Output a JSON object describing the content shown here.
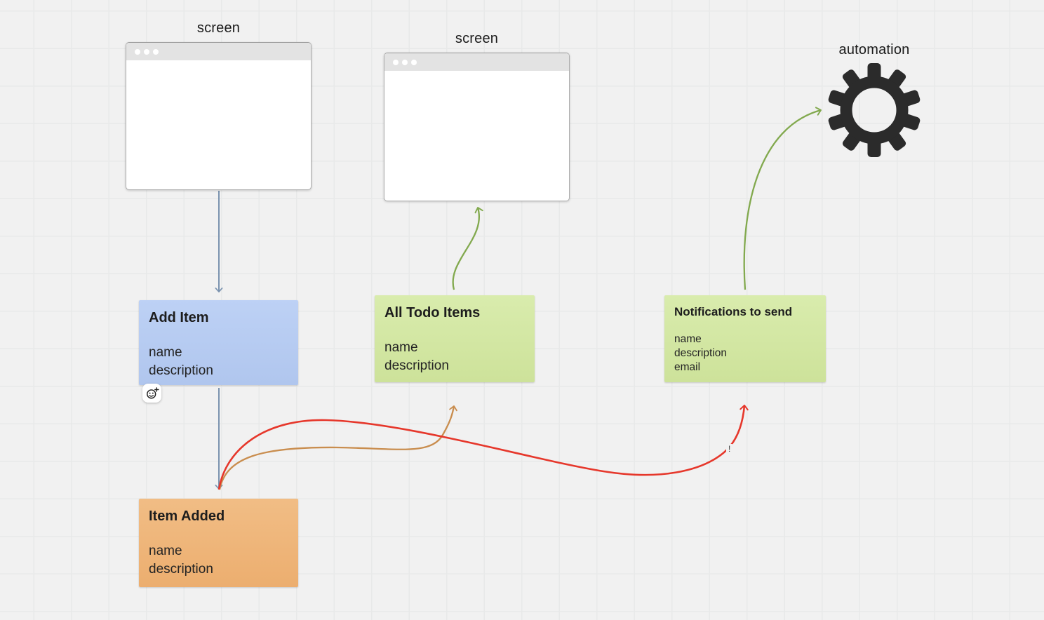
{
  "labels": {
    "screen1": "screen",
    "screen2": "screen",
    "automation": "automation"
  },
  "cards": {
    "add_item": {
      "title": "Add Item",
      "fields": [
        "name",
        "description"
      ]
    },
    "all_todo": {
      "title": "All Todo Items",
      "fields": [
        "name",
        "description"
      ]
    },
    "notifications": {
      "title": "Notifications to send",
      "fields": [
        "name",
        "description",
        "email"
      ]
    },
    "item_added": {
      "title": "Item Added",
      "fields": [
        "name",
        "description"
      ]
    }
  },
  "connectors": {
    "warning": "!",
    "list": [
      {
        "from": "screen-1",
        "to": "add-item",
        "color": "#7b93af",
        "style": "straight"
      },
      {
        "from": "add-item",
        "to": "item-added",
        "color": "#7b93af",
        "style": "straight"
      },
      {
        "from": "item-added",
        "to": "all-todo-items",
        "color": "#c98d4e",
        "style": "curved"
      },
      {
        "from": "item-added",
        "to": "notifications-to-send",
        "color": "#e6372b",
        "style": "curved",
        "label": "!"
      },
      {
        "from": "all-todo-items",
        "to": "screen-2",
        "color": "#82a94e",
        "style": "curved"
      },
      {
        "from": "notifications-to-send",
        "to": "automation",
        "color": "#82a94e",
        "style": "curved"
      }
    ]
  },
  "palette": {
    "background": "#f1f1f1",
    "grid_line": "#e8e9e9",
    "card_blue": "#b7cdf1",
    "card_green": "#d3e8a3",
    "card_orange": "#eeb67a",
    "arrow_blue": "#7b93af",
    "arrow_green": "#82a94e",
    "arrow_tan": "#c98d4e",
    "arrow_red": "#e6372b",
    "gear": "#2b2b2b",
    "window_titlebar": "#e3e3e3"
  }
}
